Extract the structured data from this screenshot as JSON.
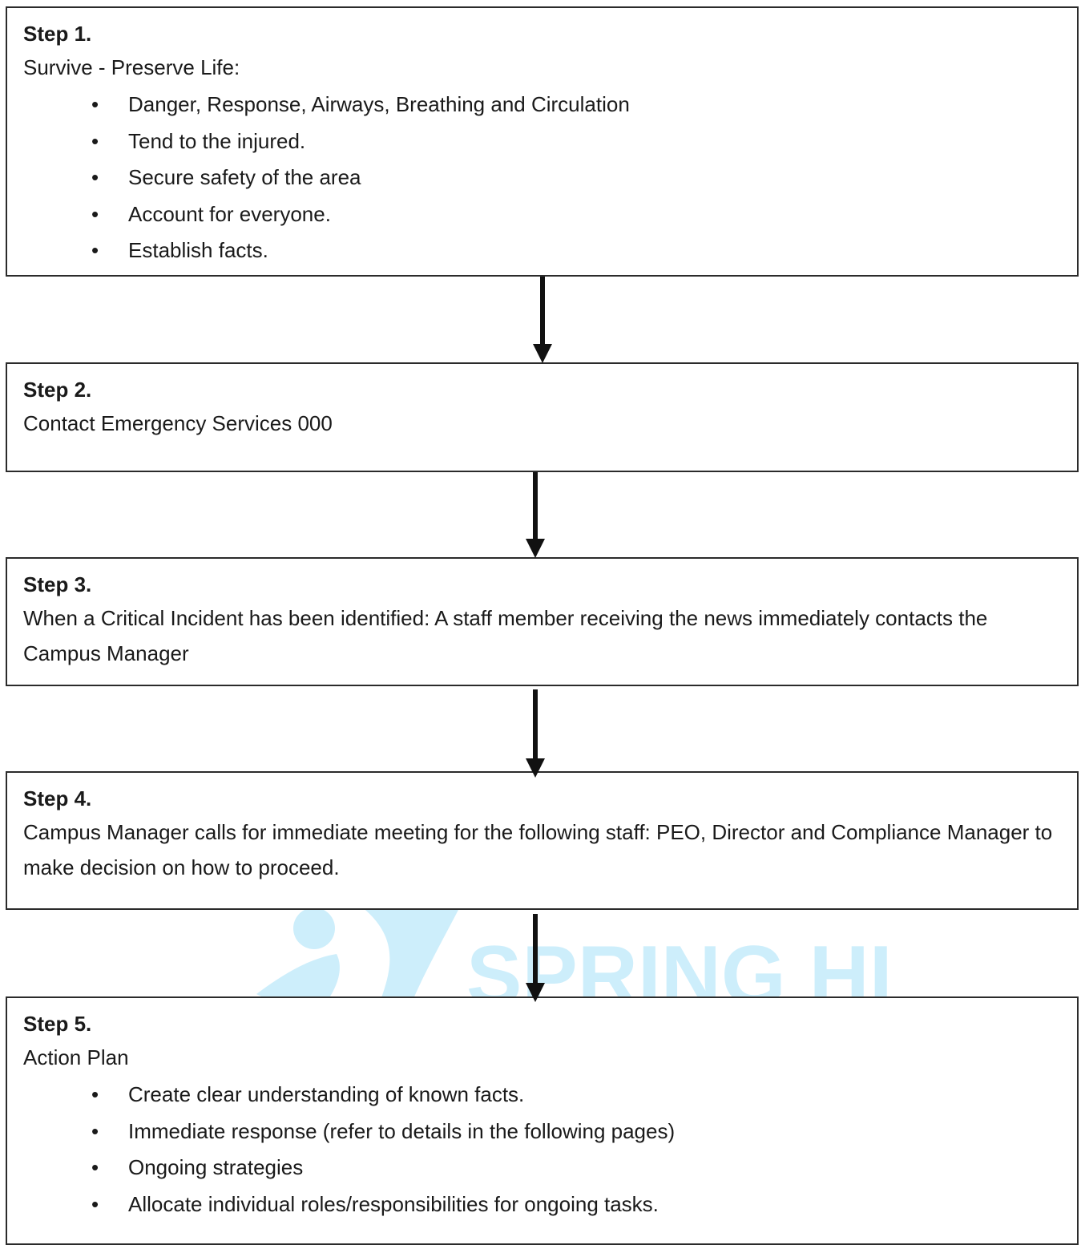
{
  "watermark": {
    "brand_text": "SPRING HILL",
    "color": "#cdeefb"
  },
  "steps": [
    {
      "title": "Step 1.",
      "text": "Survive - Preserve Life:",
      "bullets": [
        "Danger, Response, Airways, Breathing and Circulation",
        "Tend to the injured.",
        "Secure safety of the area",
        "Account for everyone.",
        "Establish facts."
      ]
    },
    {
      "title": "Step 2.",
      "text": "Contact Emergency Services 000",
      "bullets": []
    },
    {
      "title": "Step 3.",
      "text": "When a Critical Incident has been identified: A staff member receiving the news immediately contacts the Campus Manager",
      "bullets": []
    },
    {
      "title": "Step 4.",
      "text": "Campus Manager calls for immediate meeting for the following staff: PEO, Director and Compliance Manager to make decision on how to proceed.",
      "bullets": []
    },
    {
      "title": "Step 5.",
      "text": "Action Plan",
      "bullets": [
        "Create clear understanding of known facts.",
        "Immediate response (refer to details in the following pages)",
        "Ongoing strategies",
        "Allocate individual roles/responsibilities for ongoing tasks."
      ]
    }
  ],
  "bullet_glyph": "•"
}
